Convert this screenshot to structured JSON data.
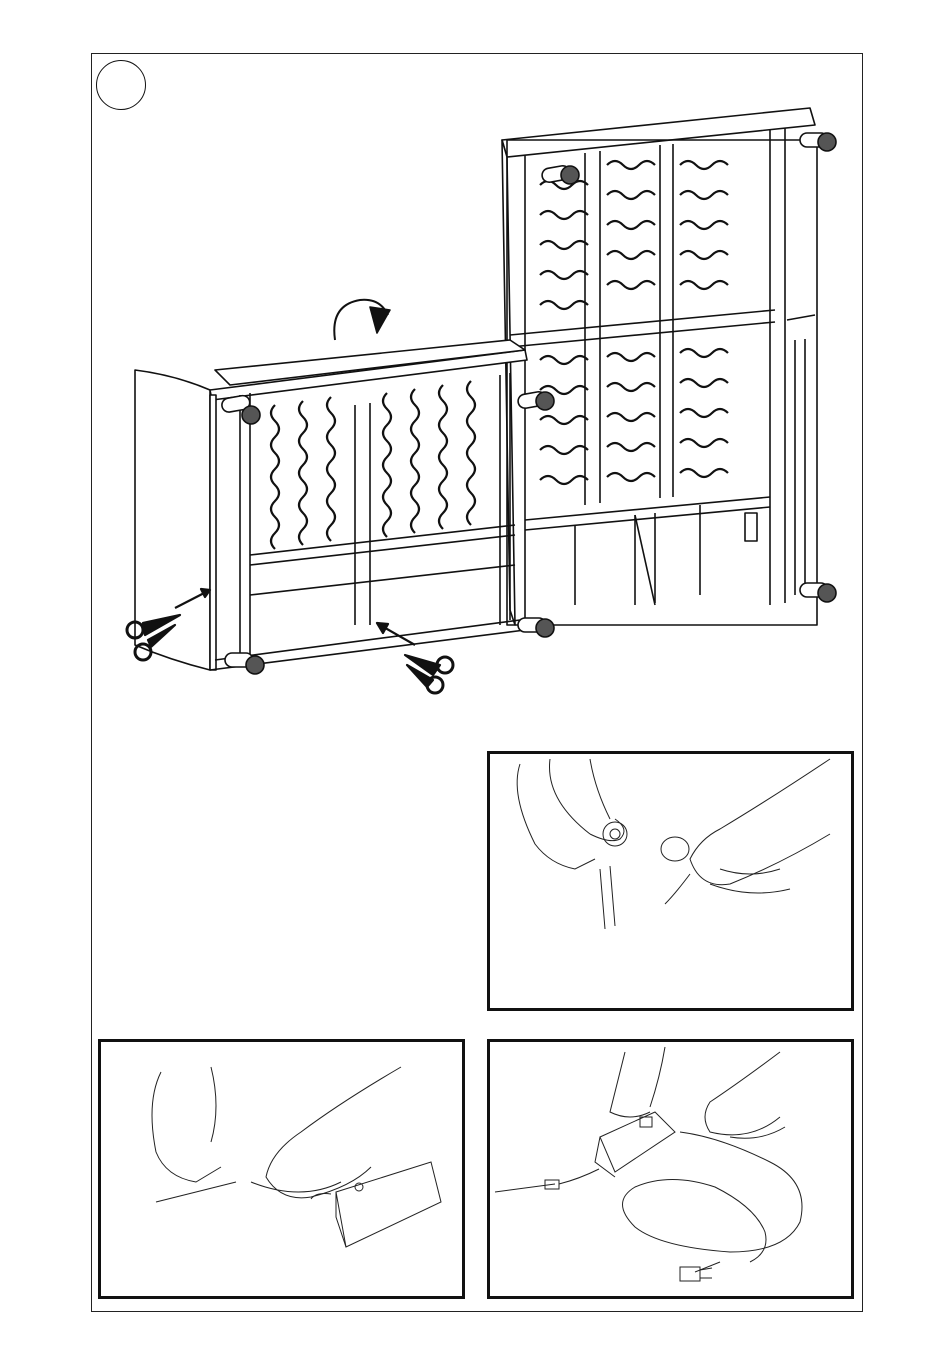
{
  "page": {
    "step_number": "",
    "colors": {
      "line": "#111111",
      "background": "#ffffff"
    }
  },
  "main_illustration": {
    "subject": "sofa-frame-with-springs",
    "icons": [
      "rotate-arrow-icon",
      "scissors-icon",
      "scissors-icon"
    ]
  },
  "panels": [
    {
      "id": "connect-cable-plugs",
      "icons": [
        "hand-icon",
        "plug-icon"
      ]
    },
    {
      "id": "connect-power-adapter",
      "icons": [
        "hand-icon",
        "power-adapter-icon"
      ]
    },
    {
      "id": "connect-power-cord",
      "icons": [
        "hand-icon",
        "wall-plug-icon"
      ]
    }
  ]
}
